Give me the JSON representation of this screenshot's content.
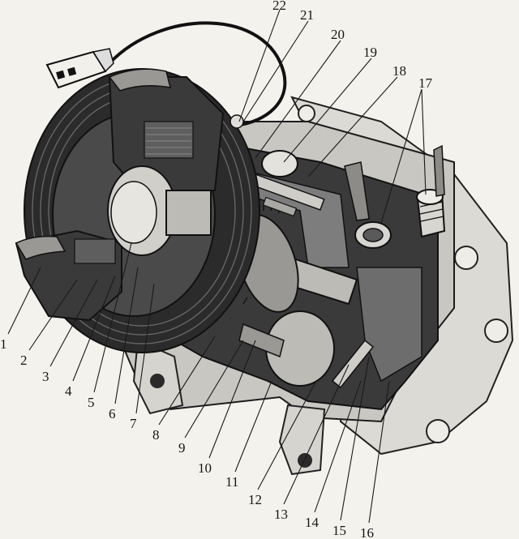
{
  "figure": {
    "callouts": [
      {
        "id": 1,
        "label": "1"
      },
      {
        "id": 2,
        "label": "2"
      },
      {
        "id": 3,
        "label": "3"
      },
      {
        "id": 4,
        "label": "4"
      },
      {
        "id": 5,
        "label": "5"
      },
      {
        "id": 6,
        "label": "6"
      },
      {
        "id": 7,
        "label": "7"
      },
      {
        "id": 8,
        "label": "8"
      },
      {
        "id": 9,
        "label": "9"
      },
      {
        "id": 10,
        "label": "10"
      },
      {
        "id": 11,
        "label": "11"
      },
      {
        "id": 12,
        "label": "12"
      },
      {
        "id": 13,
        "label": "13"
      },
      {
        "id": 14,
        "label": "14"
      },
      {
        "id": 15,
        "label": "15"
      },
      {
        "id": 16,
        "label": "16"
      },
      {
        "id": 17,
        "label": "17"
      },
      {
        "id": 18,
        "label": "18"
      },
      {
        "id": 19,
        "label": "19"
      },
      {
        "id": 20,
        "label": "20"
      },
      {
        "id": 21,
        "label": "21"
      },
      {
        "id": 22,
        "label": "22"
      }
    ],
    "colors": {
      "paper": "#f4f2ed",
      "ink": "#151515",
      "dark_fill": "#2b2b2b",
      "mid_fill": "#8a8a8a",
      "light_fill": "#d2d0cb"
    }
  }
}
